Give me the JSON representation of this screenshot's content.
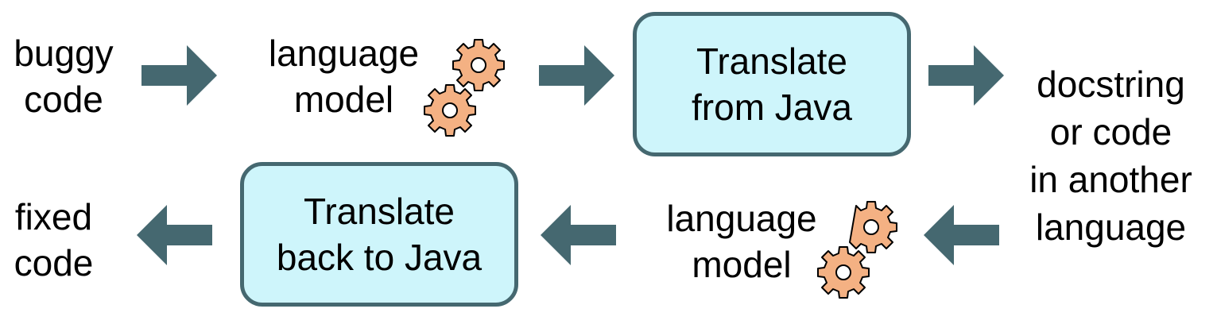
{
  "row1": {
    "input_label": [
      "buggy",
      "code"
    ],
    "model_label": [
      "language",
      "model"
    ],
    "translate_box": [
      "Translate",
      "from Java"
    ],
    "output_label": [
      "docstring",
      "or code",
      "in another",
      "language"
    ]
  },
  "row2": {
    "model_label": [
      "language",
      "model"
    ],
    "translate_box": [
      "Translate",
      "back to Java"
    ],
    "output_label": [
      "fixed",
      "code"
    ]
  },
  "colors": {
    "box_fill": "#cef5fb",
    "box_border": "#456870",
    "arrow": "#456870",
    "gear_fill": "#f4b183",
    "gear_stroke": "#000000"
  },
  "icons": [
    "gear-icon",
    "arrow-right-icon",
    "arrow-left-icon"
  ]
}
